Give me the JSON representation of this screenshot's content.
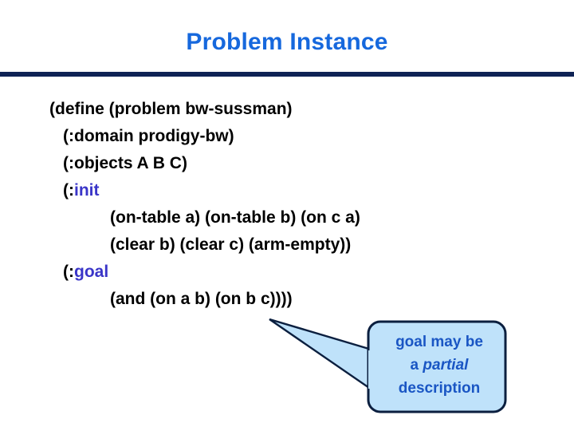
{
  "slide": {
    "title": "Problem Instance",
    "title_color": "#1668dd",
    "rule_color": "#0f2355",
    "background": "#ffffff"
  },
  "code": {
    "keyword_color": "#3a35c8",
    "text_color": "#000000",
    "lines": [
      {
        "indent": 0,
        "segments": [
          {
            "text": "(define (problem bw-sussman)",
            "kind": "plain"
          }
        ]
      },
      {
        "indent": 1,
        "segments": [
          {
            "text": "(:domain prodigy-bw)",
            "kind": "plain"
          }
        ]
      },
      {
        "indent": 1,
        "segments": [
          {
            "text": "(:objects A B C)",
            "kind": "plain"
          }
        ]
      },
      {
        "indent": 1,
        "segments": [
          {
            "text": "(:",
            "kind": "plain"
          },
          {
            "text": "init",
            "kind": "keyword"
          }
        ]
      },
      {
        "indent": 2,
        "segments": [
          {
            "text": "(on-table a) (on-table b) (on c a)",
            "kind": "plain"
          }
        ]
      },
      {
        "indent": 2,
        "segments": [
          {
            "text": "(clear b) (clear c) (arm-empty))",
            "kind": "plain"
          }
        ]
      },
      {
        "indent": 1,
        "segments": [
          {
            "text": "(:",
            "kind": "plain"
          },
          {
            "text": "goal",
            "kind": "keyword"
          }
        ]
      },
      {
        "indent": 2,
        "segments": [
          {
            "text": "(and (on a b) (on b c))))",
            "kind": "plain"
          }
        ]
      }
    ]
  },
  "callout": {
    "fill_color": "#bfe2fa",
    "border_color": "#0b1f3f",
    "text_color": "#1a56c4",
    "lines": [
      {
        "parts": [
          {
            "text": "goal may be",
            "style": "normal"
          }
        ]
      },
      {
        "parts": [
          {
            "text": "a ",
            "style": "normal"
          },
          {
            "text": "partial",
            "style": "italic"
          }
        ]
      },
      {
        "parts": [
          {
            "text": "description",
            "style": "normal"
          }
        ]
      }
    ]
  }
}
